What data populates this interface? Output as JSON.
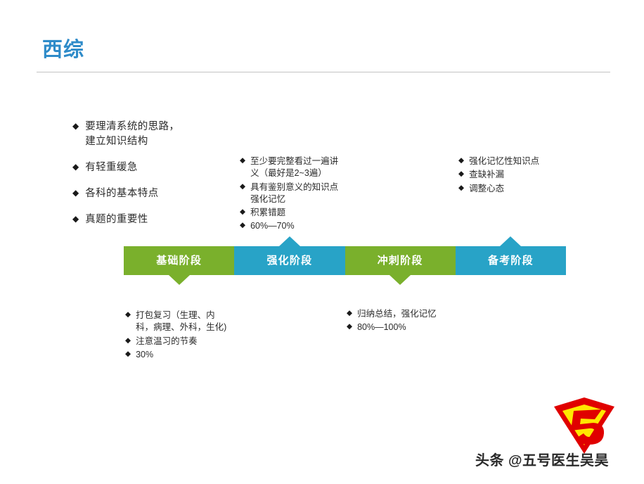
{
  "header": {
    "title": "西综"
  },
  "colors": {
    "title_blue": "#2e8bc9",
    "stage_green": "#7AB02C",
    "stage_blue": "#28A3C7",
    "divider_gray": "#c3c3c3",
    "bullet_text": "#2b2b2b",
    "logo_red": "#E00000",
    "logo_yellow": "#FFE800"
  },
  "bullet_marker": "◆",
  "lists": {
    "top_left": [
      "要理清系统的思路，建立知识结构",
      "有轻重缓急",
      "各科的基本特点",
      "真题的重要性"
    ],
    "top_middle": [
      "至少要完整看过一遍讲义（最好是2~3遍）",
      "具有鉴别意义的知识点强化记忆",
      "积累错题",
      "60%—70%"
    ],
    "top_right": [
      "强化记忆性知识点",
      "查缺补漏",
      "调整心态"
    ],
    "bottom_left": [
      "打包复习（生理、内科，病理、外科，生化)",
      "注意温习的节奏",
      "30%"
    ],
    "bottom_middle": [
      "归纳总结，强化记忆",
      "80%—100%"
    ]
  },
  "timeline": {
    "segments": [
      {
        "label": "基础阶段",
        "color": "#7AB02C",
        "arrow": "down"
      },
      {
        "label": "强化阶段",
        "color": "#28A3C7",
        "arrow": "up"
      },
      {
        "label": "冲刺阶段",
        "color": "#7AB02C",
        "arrow": "down"
      },
      {
        "label": "备考阶段",
        "color": "#28A3C7",
        "arrow": "up"
      }
    ]
  },
  "watermark": {
    "text": "头条 @五号医生吴昊",
    "logo_digit": "5",
    "logo_name": "superman-shield-logo"
  }
}
